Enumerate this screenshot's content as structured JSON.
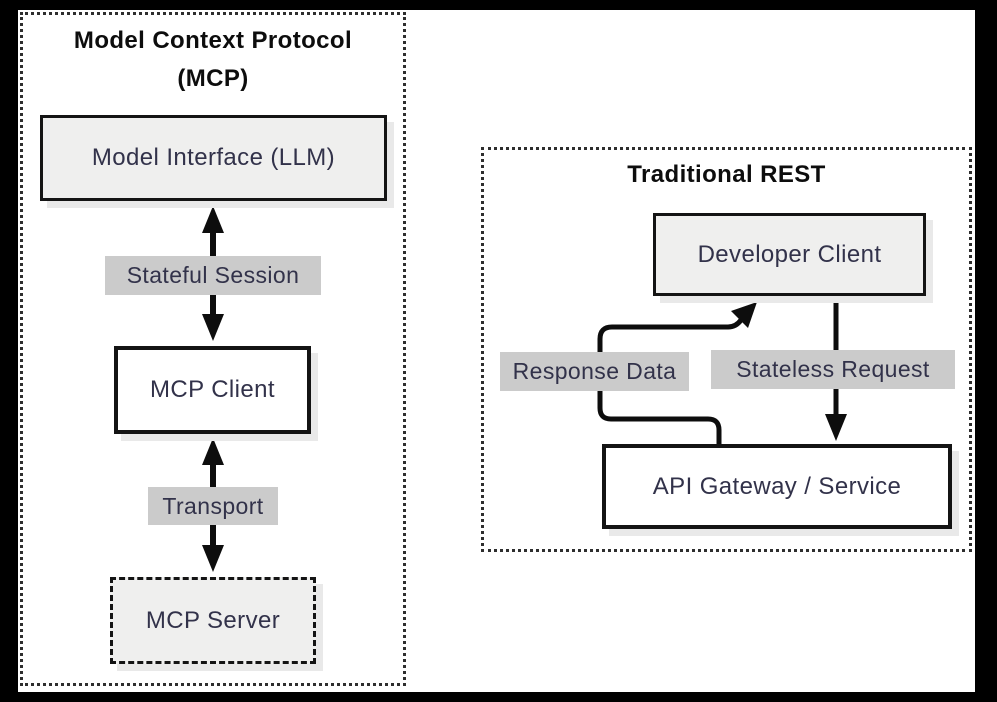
{
  "left_panel": {
    "title": "Model Context Protocol",
    "subtitle": "(MCP)",
    "nodes": {
      "model_interface": "Model Interface (LLM)",
      "mcp_client": "MCP Client",
      "mcp_server": "MCP Server"
    },
    "edge_labels": {
      "stateful_session": "Stateful Session",
      "transport": "Transport"
    }
  },
  "right_panel": {
    "title": "Traditional REST",
    "nodes": {
      "developer_client": "Developer Client",
      "api_gateway": "API Gateway / Service"
    },
    "edge_labels": {
      "response_data": "Response Data",
      "stateless_request": "Stateless Request"
    }
  },
  "colors": {
    "background_frame": "#000000",
    "canvas": "#ffffff",
    "node_fill_gray": "#efefee",
    "node_fill_white": "#ffffff",
    "node_border": "#141414",
    "edge_label_bg": "#cbcbcb",
    "text_dark": "#32324a",
    "title_text": "#0d0d0d",
    "line": "#0d0d0d"
  }
}
